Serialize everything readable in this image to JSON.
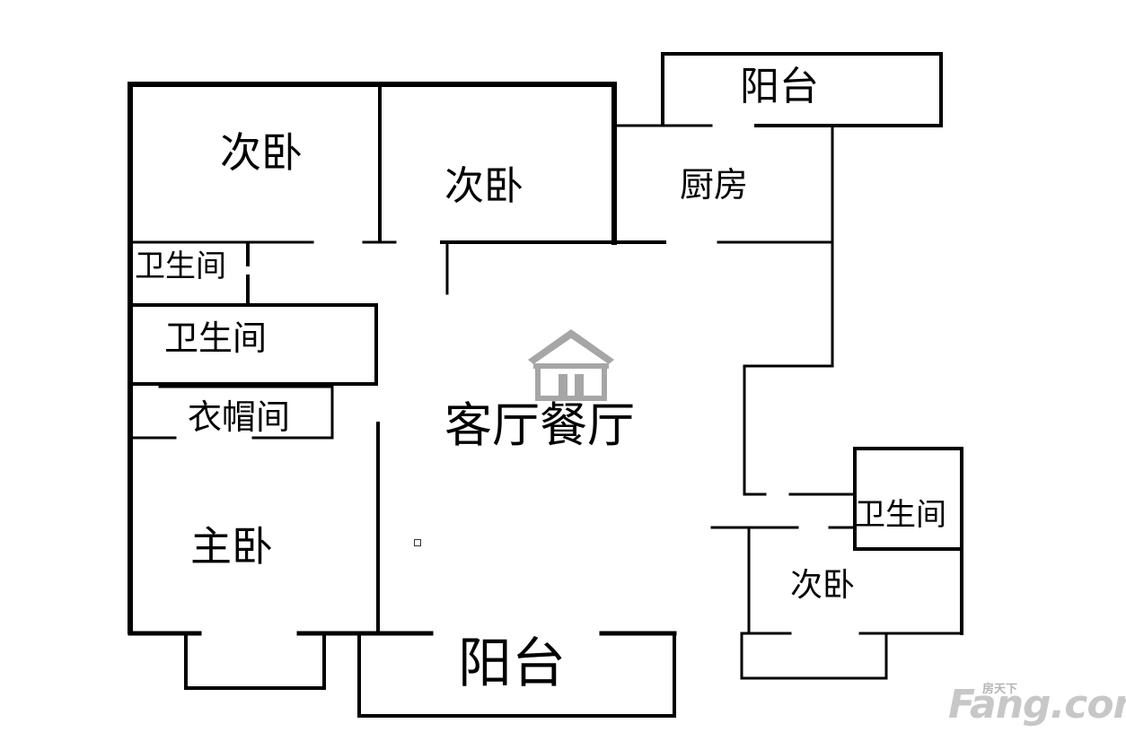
{
  "rooms": {
    "bedroom_nw": "次卧",
    "bedroom_north": "次卧",
    "kitchen": "厨房",
    "balcony_north": "阳台",
    "bathroom_small": "卫生间",
    "bathroom_mid": "卫生间",
    "cloakroom": "衣帽间",
    "living_dining": "客厅餐厅",
    "master_bedroom": "主卧",
    "balcony_south": "阳台",
    "bathroom_east": "卫生间",
    "bedroom_se": "次卧"
  },
  "watermark": {
    "logo_caption": "房天下",
    "logo_text": "Fang.com"
  },
  "colors": {
    "wall": "#000000",
    "logo_gray": "#a6a6a6",
    "watermark_gray": "#c7c7c7"
  }
}
